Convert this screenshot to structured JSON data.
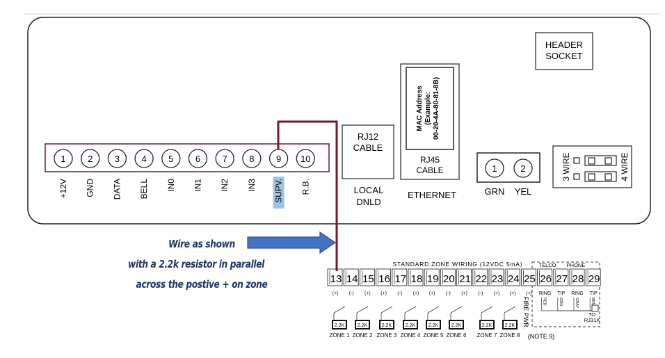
{
  "board": {
    "terminals": [
      "1",
      "2",
      "3",
      "4",
      "5",
      "6",
      "7",
      "8",
      "9",
      "10"
    ],
    "terminal_labels": [
      "+12V",
      "GND",
      "DATA",
      "BELL",
      "IN0",
      "IN1",
      "IN2",
      "IN3",
      "SUPV.",
      "R.B."
    ],
    "highlighted_label": "SUPV.",
    "rj12": {
      "line1": "RJ12",
      "line2": "CABLE",
      "caption1": "LOCAL",
      "caption2": "DNLD"
    },
    "rj45": {
      "mac_line1": "MAC Address",
      "mac_line2": "(Example:",
      "mac_line3": "00-20-4A-80-81-8B)",
      "line1": "RJ45",
      "line2": "CABLE",
      "caption": "ETHERNET"
    },
    "grn_yel": {
      "terminals": [
        "1",
        "2"
      ],
      "labels": [
        "GRN",
        "YEL"
      ]
    },
    "jumper": {
      "left": "3 WIRE",
      "right": "4 WIRE"
    },
    "header_socket": {
      "line1": "HEADER",
      "line2": "SOCKET"
    }
  },
  "annotation": {
    "line1": "Wire as shown",
    "line2": "with a 2.2k resistor in parallel",
    "line3": "across the postive + on zone"
  },
  "zone_block": {
    "title": "STANDARD ZONE WIRING (12VDC 5mA)",
    "terminals": [
      "13",
      "14",
      "15",
      "16",
      "17",
      "18",
      "19",
      "20",
      "21",
      "22",
      "23",
      "24",
      "25",
      "26",
      "27",
      "28",
      "29"
    ],
    "polarity": [
      "(+)",
      "(-)",
      "(+)",
      "(+)",
      "(-)",
      "(+)",
      "(+)",
      "(-)",
      "(+)",
      "(-)",
      "(+)",
      "(+)",
      "(+)"
    ],
    "resistor_label": "2.2K",
    "zones": [
      "ZONE 1",
      "ZONE 2",
      "ZONE 3",
      "ZONE 4",
      "ZONE 5",
      "ZONE 6",
      "ZONE 7",
      "ZONE 8"
    ],
    "fire_pwr": "FIRE PWR.",
    "note": "(NOTE 9)",
    "telco": {
      "telco": "TELCO",
      "phone": "PHONE",
      "pins": [
        "RING",
        "TIP",
        "RING",
        "TIP"
      ],
      "wires": [
        "RED",
        "GRN",
        "GRAY",
        "BRN"
      ],
      "to1": "TO",
      "to2": "RJ31X"
    }
  },
  "colors": {
    "wire": "#7a1426",
    "arrow": "#4472c4",
    "arrow_border": "#2f528f",
    "note_text": "#1f3864",
    "highlight": "#9dc3e6"
  }
}
